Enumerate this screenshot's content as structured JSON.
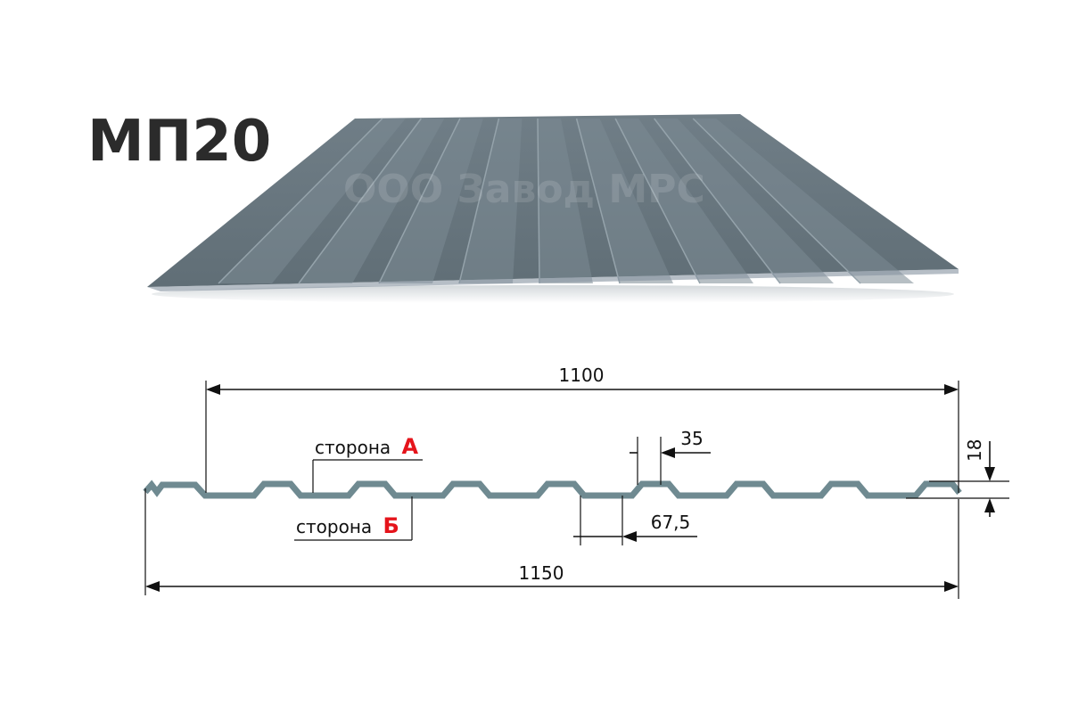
{
  "title": "МП20",
  "watermark": "ООО Завод МРС",
  "colors": {
    "sheet_face": "#677780",
    "sheet_edge": "#7c8b93",
    "profile_stroke": "#6f8a91",
    "arrow": "#111111",
    "side_letter": "#e5141b"
  },
  "dimensions": {
    "useful_width": "1100",
    "total_width": "1150",
    "rib_top": "35",
    "rib_pitch_gap": "67,5",
    "height": "18"
  },
  "sides": {
    "side_a_label": "сторона",
    "side_a_letter": "А",
    "side_b_label": "сторона",
    "side_b_letter": "Б"
  }
}
